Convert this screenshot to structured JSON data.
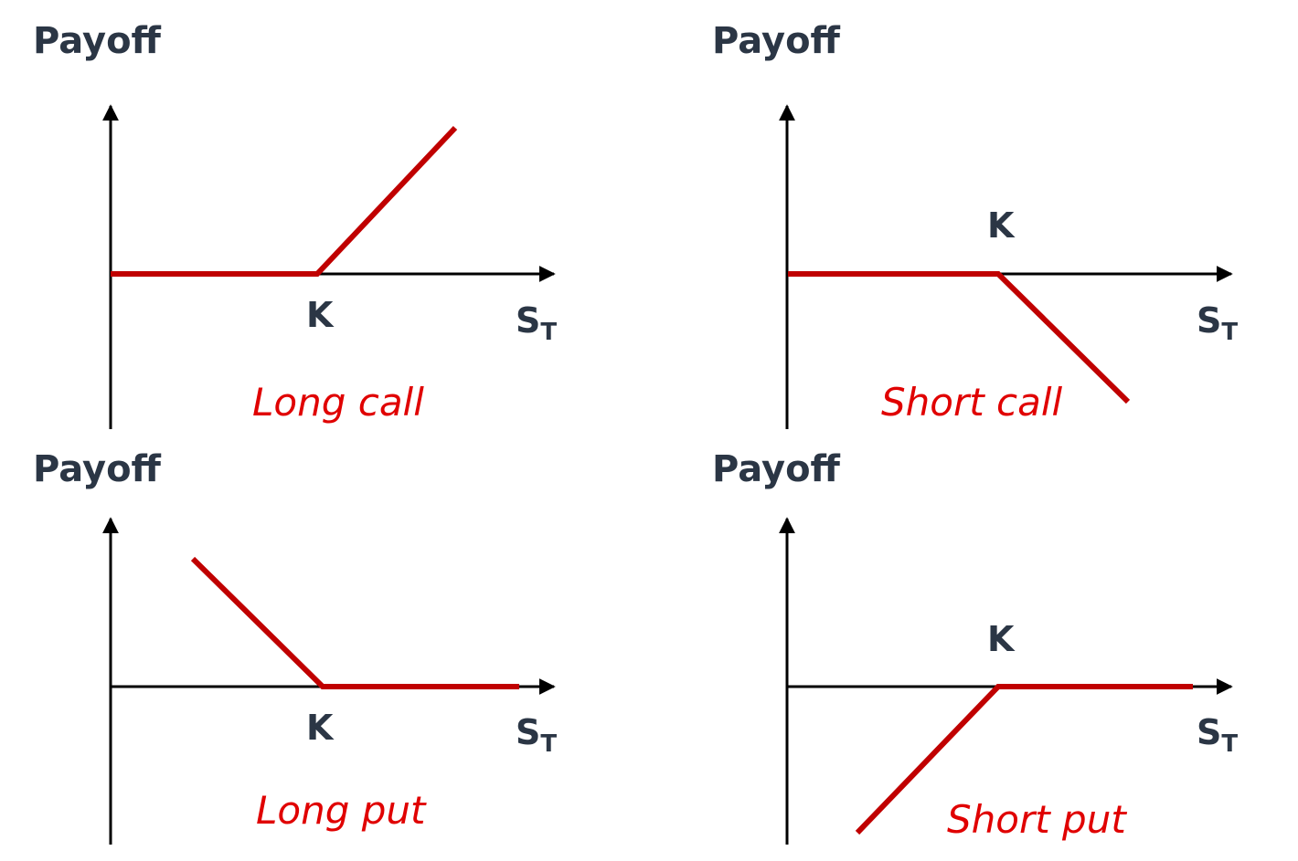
{
  "colors": {
    "axis": "#000000",
    "payoff_line": "#c00000",
    "caption": "#e00000",
    "label": "#2b3645"
  },
  "panels": [
    {
      "id": "long-call",
      "y_label": "Payoff",
      "strike_label": "K",
      "x_label_main": "S",
      "x_label_sub": "T",
      "caption": "Long call",
      "payoff_shape": "flat-then-rising"
    },
    {
      "id": "short-call",
      "y_label": "Payoff",
      "strike_label": "K",
      "x_label_main": "S",
      "x_label_sub": "T",
      "caption": "Short call",
      "payoff_shape": "flat-then-falling"
    },
    {
      "id": "long-put",
      "y_label": "Payoff",
      "strike_label": "K",
      "x_label_main": "S",
      "x_label_sub": "T",
      "caption": "Long put",
      "payoff_shape": "falling-then-flat"
    },
    {
      "id": "short-put",
      "y_label": "Payoff",
      "strike_label": "K",
      "x_label_main": "S",
      "x_label_sub": "T",
      "caption": "Short put",
      "payoff_shape": "rising-then-flat"
    }
  ]
}
